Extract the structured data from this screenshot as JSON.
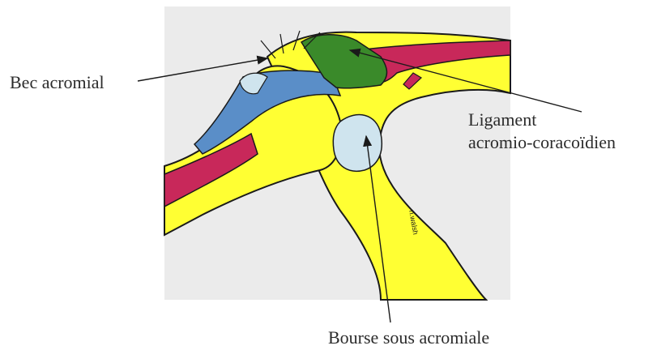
{
  "labels": {
    "bec_acromial": "Bec acromial",
    "ligament_line1": "Ligament",
    "ligament_line2": "acromio-coracoïdien",
    "bourse": "Bourse sous acromiale",
    "artist_signature": "n.walsh"
  },
  "colors": {
    "bone": "#ffff33",
    "ligament": "#3a8a2a",
    "tendon": "#5a8ec8",
    "muscle": "#c8285a",
    "bursa": "#cfe4ee",
    "background": "#ebebeb",
    "outline": "#1a1a1a"
  }
}
